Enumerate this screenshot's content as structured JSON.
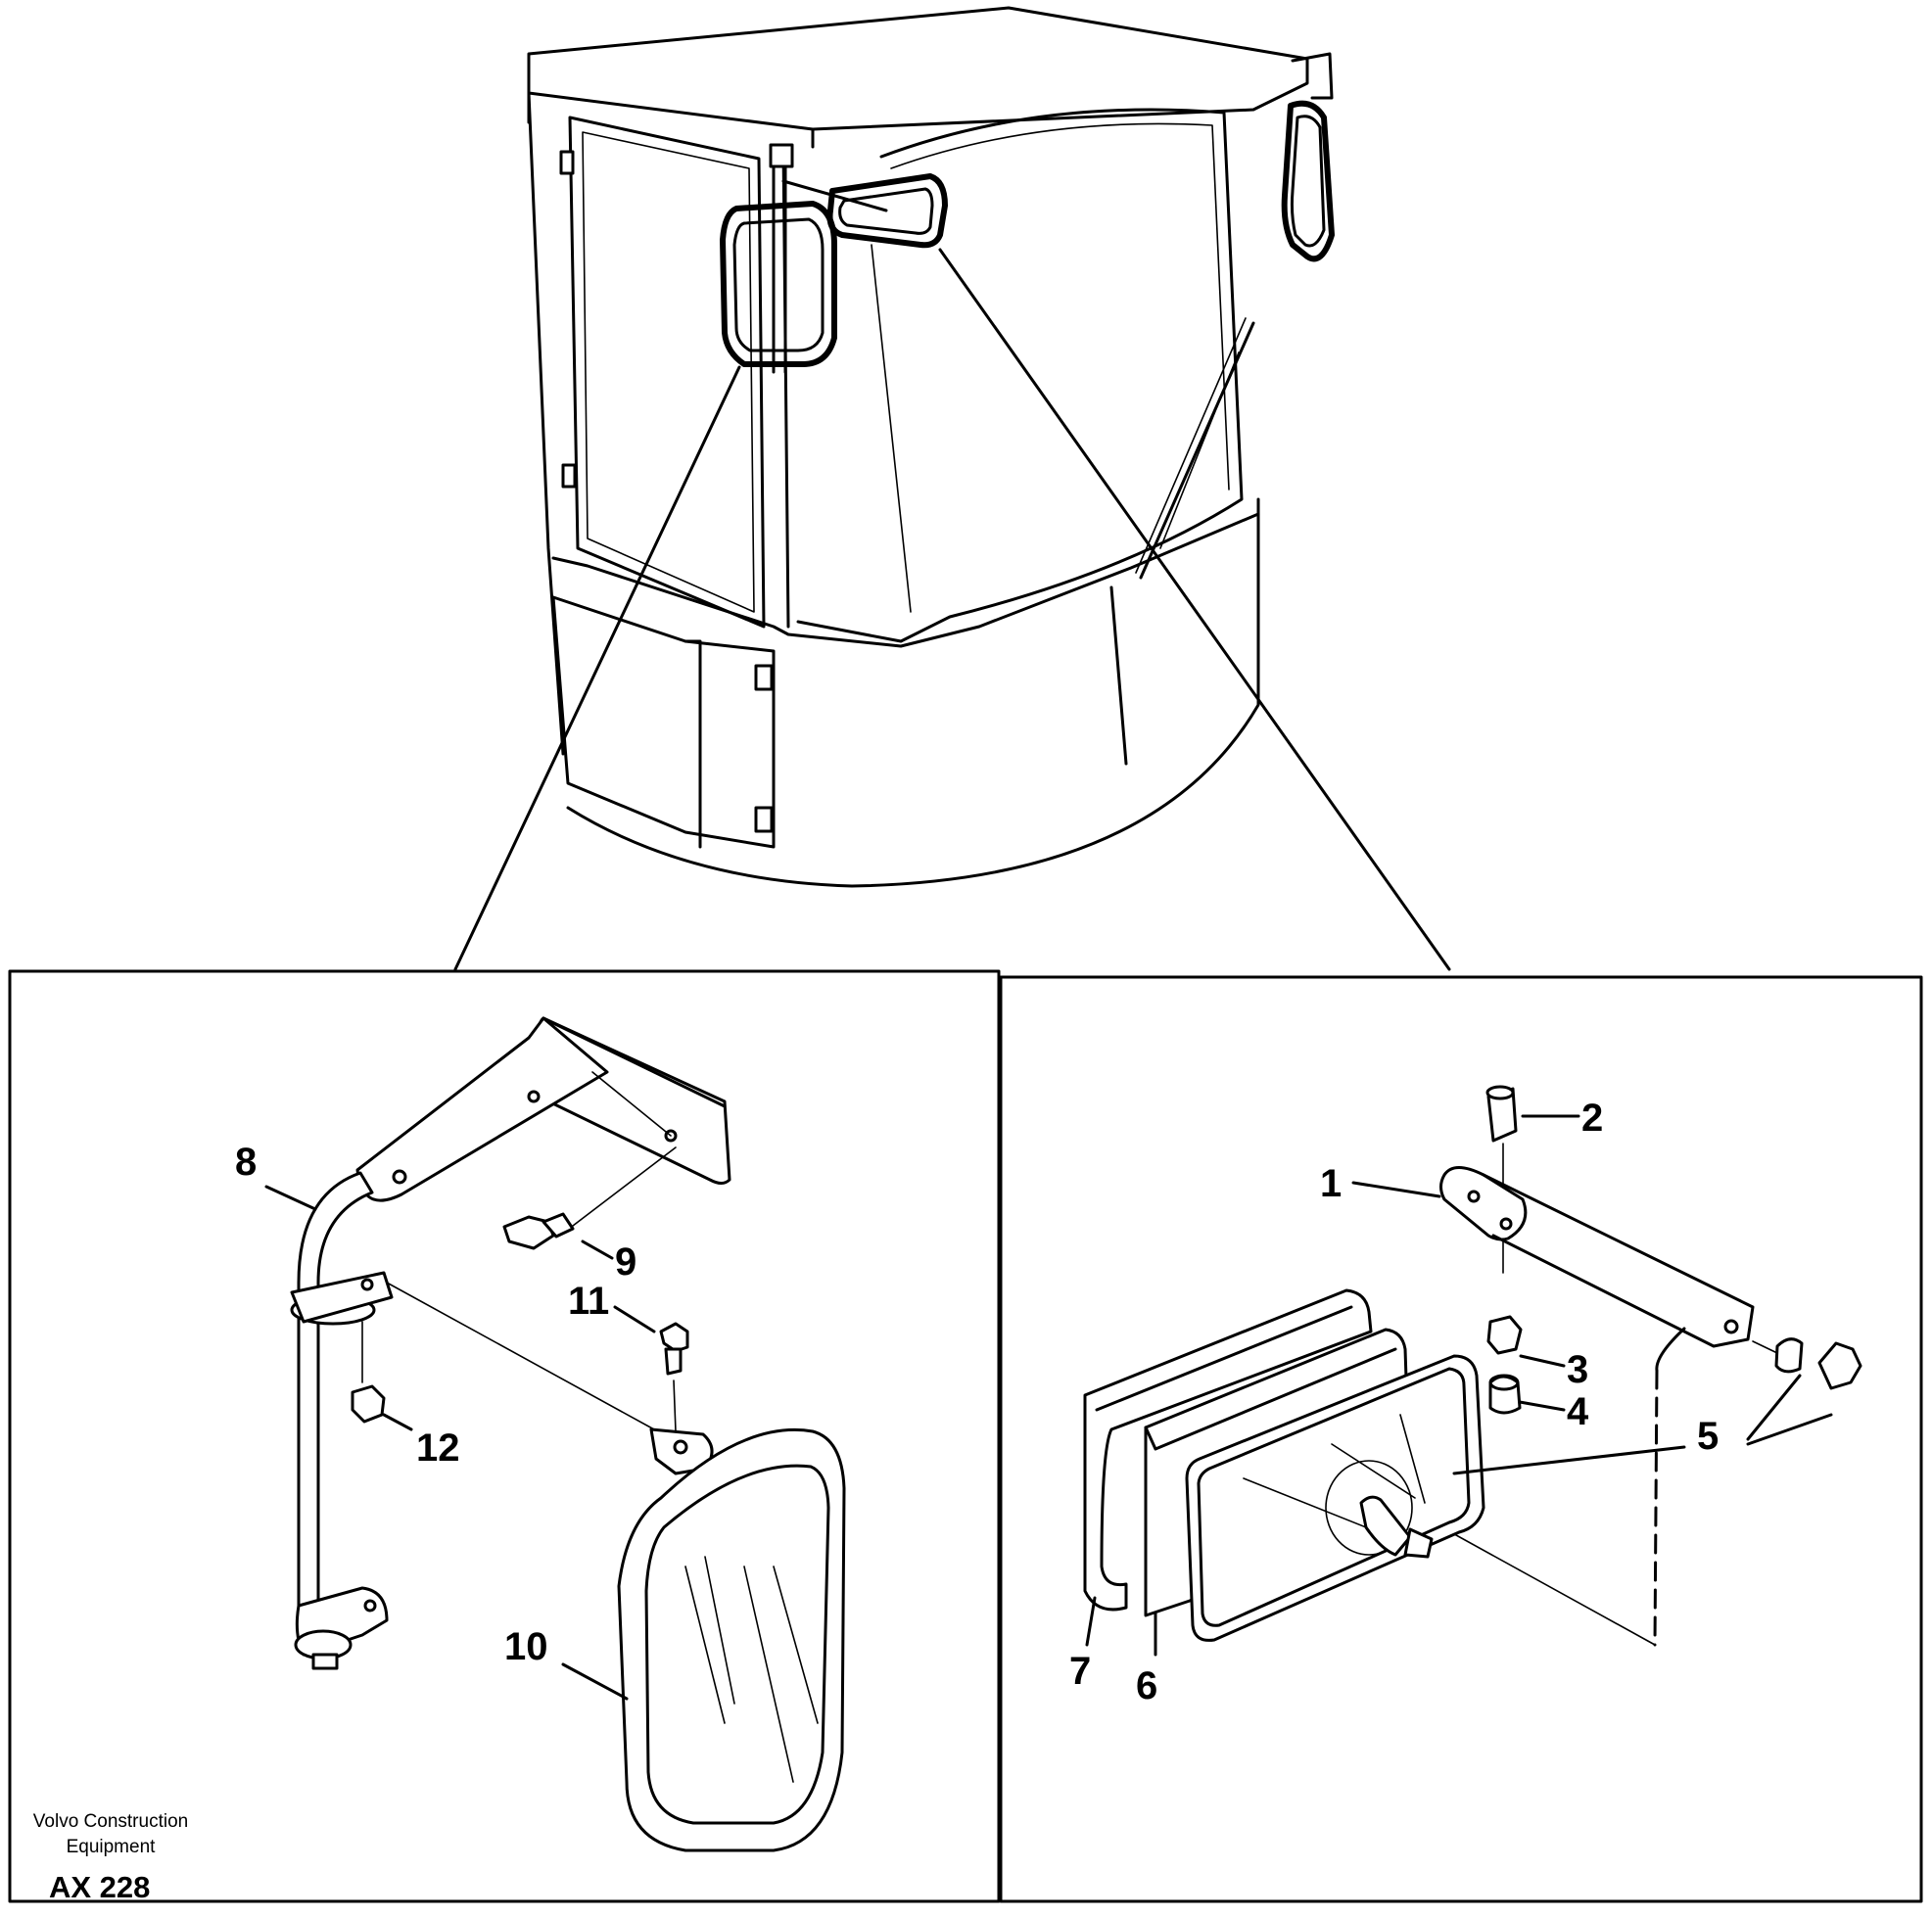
{
  "callouts": {
    "c1": "1",
    "c2": "2",
    "c3": "3",
    "c4": "4",
    "c5a": "5",
    "c5b": "5",
    "c6": "6",
    "c7": "7",
    "c8": "8",
    "c9": "9",
    "c10": "10",
    "c11": "11",
    "c12": "12"
  },
  "footer": {
    "company_line1": "Volvo Construction",
    "company_line2": "Equipment",
    "code": "AX 228"
  }
}
